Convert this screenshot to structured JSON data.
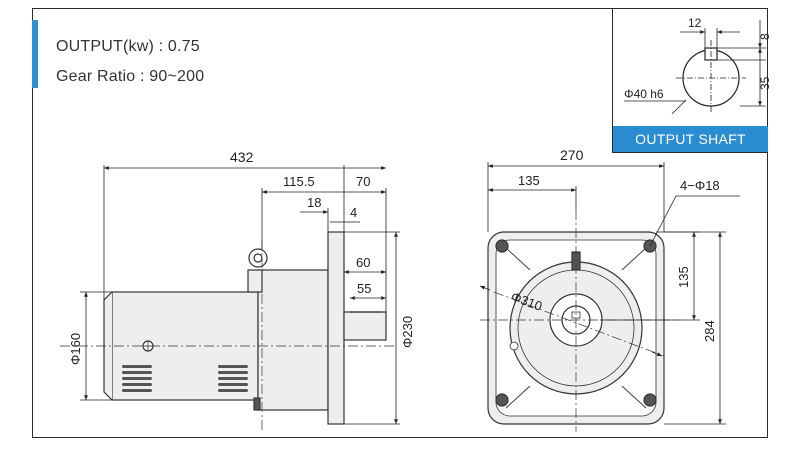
{
  "specs": {
    "output": "OUTPUT(kw) : 0.75",
    "gear_ratio": "Gear Ratio : 90~200"
  },
  "output_shaft": {
    "title": "OUTPUT SHAFT",
    "dim_key_width": "12",
    "dim_key_depth": "8",
    "dim_height": "35",
    "dim_diameter": "Φ40 h6"
  },
  "side_view": {
    "dim_total_length": "432",
    "dim_115_5": "115.5",
    "dim_70": "70",
    "dim_18": "18",
    "dim_4": "4",
    "dim_60": "60",
    "dim_55": "55",
    "dim_diameter_230": "Φ230",
    "dim_diameter_160": "Φ160"
  },
  "front_view": {
    "dim_width": "270",
    "dim_135_horizontal": "135",
    "dim_bolt_holes": "4−Φ18",
    "dim_135_vertical": "135",
    "dim_height": "284",
    "dim_pcd": "Φ310"
  },
  "colors": {
    "accent": "#2f8fd0",
    "label_bg": "#2a8cd1",
    "line": "#333333",
    "body_fill": "#eeeeee",
    "dark_fill": "#555555"
  }
}
